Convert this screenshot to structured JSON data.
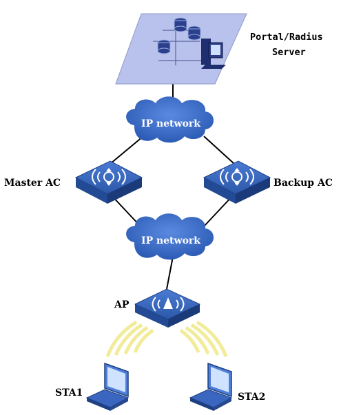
{
  "server": {
    "label_line1": "Portal/Radius",
    "label_line2": "Server"
  },
  "networks": [
    {
      "id": "top",
      "label": "IP network"
    },
    {
      "id": "bottom",
      "label": "IP network"
    }
  ],
  "controllers": {
    "master": {
      "label": "Master AC"
    },
    "backup": {
      "label": "Backup AC"
    }
  },
  "access_point": {
    "label": "AP"
  },
  "stations": [
    {
      "label": "STA1"
    },
    {
      "label": "STA2"
    }
  ],
  "colors": {
    "cloud": "#3a6bc4",
    "device": "#2f5aa8",
    "server_panel": "#b8c2ec",
    "link": "#000000",
    "signal": "#f2ec9a"
  }
}
